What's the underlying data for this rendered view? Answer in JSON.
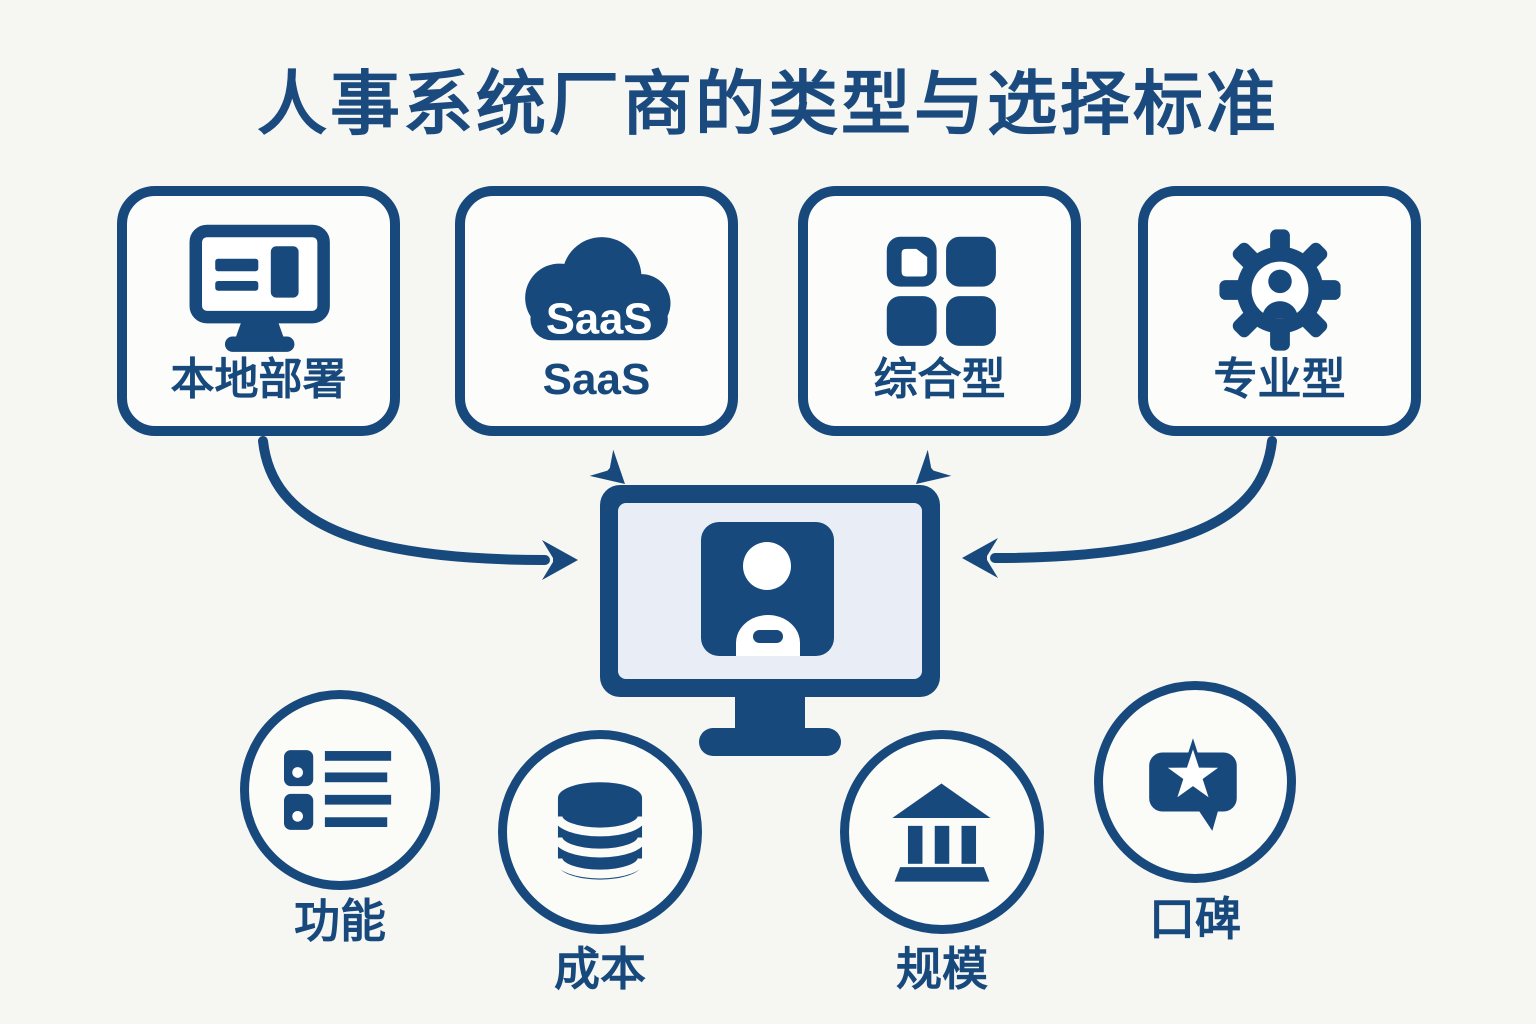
{
  "title": "人事系统厂商的类型与选择标准",
  "colors": {
    "navy": "#17497d",
    "background": "#f6f6f2",
    "box_fill": "#fcfcfa",
    "monitor_screen": "#e9eef6",
    "icon_text": "#ffffff"
  },
  "vendor_types": [
    {
      "label": "本地部署",
      "icon": "desktop-monitor-icon"
    },
    {
      "label": "SaaS",
      "icon": "saas-cloud-icon",
      "icon_text": "SaaS"
    },
    {
      "label": "综合型",
      "icon": "app-grid-icon"
    },
    {
      "label": "专业型",
      "icon": "gear-person-icon"
    }
  ],
  "center": {
    "icon": "monitor-user-icon"
  },
  "criteria": [
    {
      "label": "功能",
      "icon": "feature-list-icon"
    },
    {
      "label": "成本",
      "icon": "cost-database-icon"
    },
    {
      "label": "规模",
      "icon": "scale-bank-icon"
    },
    {
      "label": "口碑",
      "icon": "reputation-review-icon"
    }
  ]
}
